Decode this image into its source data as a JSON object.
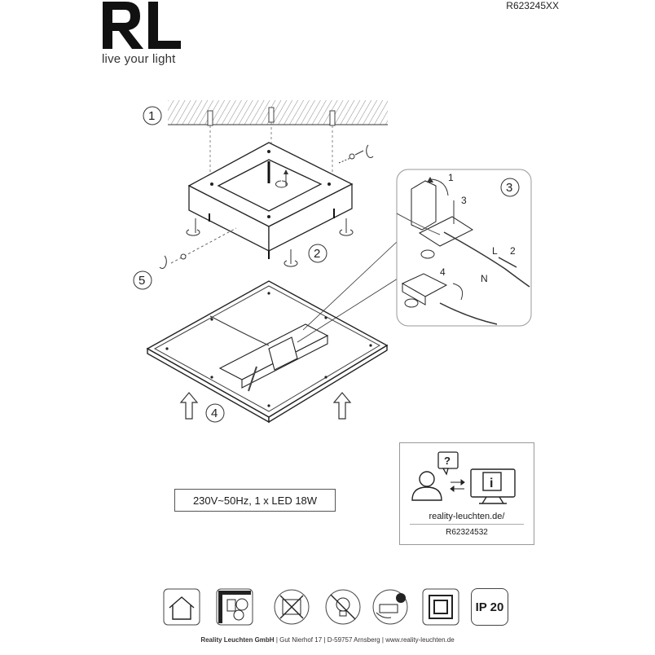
{
  "brand": {
    "logo_text": "RL",
    "tagline": "live your light"
  },
  "reference_code": "R623245XX",
  "steps": [
    "1",
    "2",
    "3",
    "4",
    "5"
  ],
  "detail_labels": {
    "sub_1": "1",
    "sub_2": "2",
    "sub_3": "3",
    "sub_4": "4",
    "live": "L",
    "neutral": "N"
  },
  "spec": "230V~50Hz, 1 x LED 18W",
  "info": {
    "url": "reality-leuchten.de/",
    "code": "R62324532"
  },
  "symbols": {
    "ip_rating": "IP 20",
    "icons": [
      "indoor-use-icon",
      "ceiling-mount-icon",
      "no-covering-icon",
      "no-dimmer-icon",
      "led-driver-icon",
      "protection-class-icon",
      "ip-rating-icon"
    ]
  },
  "footer": {
    "company": "Reality Leuchten GmbH",
    "address": "Gut Nierhof 17",
    "city": "D-59757 Arnsberg",
    "website": "www.reality-leuchten.de"
  }
}
